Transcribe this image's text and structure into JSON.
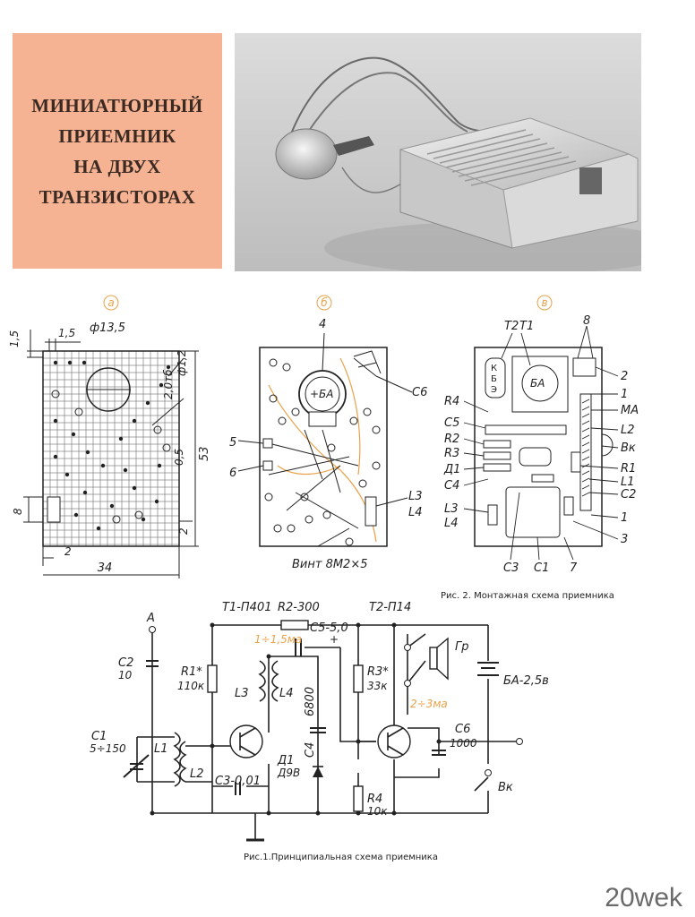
{
  "article": {
    "title_lines": [
      "МИНИАТЮРНЫЙ",
      "ПРИЕМНИК",
      "НА ДВУХ",
      "ТРАНЗИСТОРАХ"
    ]
  },
  "board_a": {
    "marker": "а",
    "dims": {
      "d1": "1,5",
      "d2": "1,5",
      "hole": "ф13,5",
      "small_hole": "ф1,2",
      "pitch": "2,0тб",
      "gap": "0,5",
      "height": "53",
      "edge": "8",
      "foot": "2",
      "foot2": "2",
      "width": "34"
    }
  },
  "board_b": {
    "marker": "б",
    "labels": {
      "n4": "4",
      "ba": "+БА",
      "c6": "C6",
      "n5": "5",
      "n6": "6",
      "l3": "L3",
      "l4": "L4",
      "screw": "Винт 8М2×5"
    }
  },
  "board_v": {
    "marker": "в",
    "labels": {
      "t2": "T2",
      "t1": "T1",
      "n8": "8",
      "n2": "2",
      "n1a": "1",
      "ma": "МА",
      "l2": "L2",
      "vk": "Вк",
      "r1": "R1",
      "l1": "L1",
      "c2": "C2",
      "n1b": "1",
      "n3": "3",
      "n7": "7",
      "c1": "C1",
      "c3": "C3",
      "r4": "R4",
      "c5": "C5",
      "r2": "R2",
      "r3": "R3",
      "d1": "Д1",
      "c4": "C4",
      "l3": "L3",
      "l4": "L4",
      "ba": "БА",
      "k": "К",
      "b": "Б",
      "e": "Э"
    },
    "caption": "Рис. 2. Монтажная схема приемника"
  },
  "schematic": {
    "labels": {
      "antenna": "А",
      "c2": "C2",
      "c2v": "10",
      "c1": "C1",
      "c1v": "5÷150",
      "l1": "L1",
      "l2": "L2",
      "t1": "T1-П401",
      "r2": "R2-300",
      "r1": "R1*",
      "r1v": "110к",
      "i1": "1÷1,5ма",
      "c5": "C5-5,0",
      "l3": "L3",
      "l4": "L4",
      "c4": "C4",
      "c4v": "6800",
      "c3": "C3-0,01",
      "d1": "Д1",
      "d1v": "Д9В",
      "t2": "T2-П14",
      "r3": "R3*",
      "r3v": "33к",
      "gr": "Гр",
      "i2": "2÷3ма",
      "c6": "C6",
      "c6v": "1000",
      "ba": "БА-2,5в",
      "r4": "R4",
      "r4v": "10к",
      "vk": "Вк",
      "plus": "+"
    },
    "caption": "Рис.1.Принципиальная схема приемника"
  },
  "watermark": "20wek",
  "colors": {
    "title_bg": "#f5b394",
    "accent": "#e9a24a",
    "ink": "#222222"
  }
}
